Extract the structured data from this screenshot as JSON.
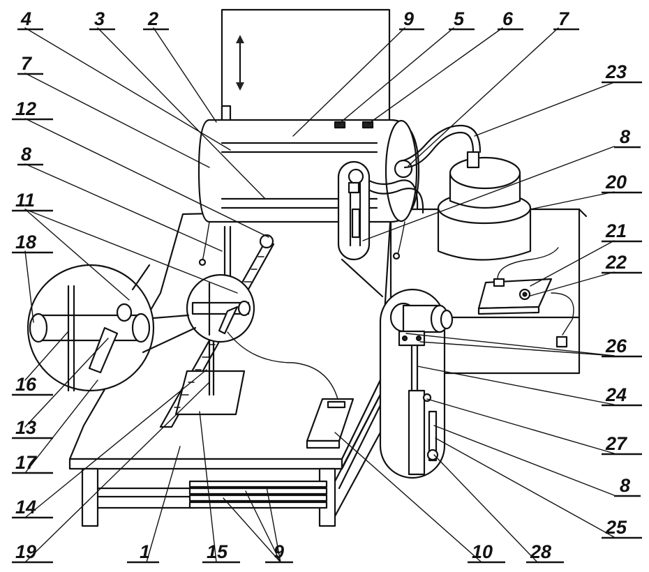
{
  "diagram": {
    "callouts": [
      {
        "id": "c4",
        "text": "4"
      },
      {
        "id": "c3",
        "text": "3"
      },
      {
        "id": "c2",
        "text": "2"
      },
      {
        "id": "c9a",
        "text": "9"
      },
      {
        "id": "c5",
        "text": "5"
      },
      {
        "id": "c6",
        "text": "6"
      },
      {
        "id": "c7a",
        "text": "7"
      },
      {
        "id": "c7b",
        "text": "7"
      },
      {
        "id": "c12",
        "text": "12"
      },
      {
        "id": "c23",
        "text": "23"
      },
      {
        "id": "c8a",
        "text": "8"
      },
      {
        "id": "c8b",
        "text": "8"
      },
      {
        "id": "c20",
        "text": "20"
      },
      {
        "id": "c11",
        "text": "11"
      },
      {
        "id": "c21",
        "text": "21"
      },
      {
        "id": "c18",
        "text": "18"
      },
      {
        "id": "c22",
        "text": "22"
      },
      {
        "id": "c26",
        "text": "26"
      },
      {
        "id": "c16",
        "text": "16"
      },
      {
        "id": "c24",
        "text": "24"
      },
      {
        "id": "c13",
        "text": "13"
      },
      {
        "id": "c27",
        "text": "27"
      },
      {
        "id": "c17",
        "text": "17"
      },
      {
        "id": "c8c",
        "text": "8"
      },
      {
        "id": "c14",
        "text": "14"
      },
      {
        "id": "c25",
        "text": "25"
      },
      {
        "id": "c19",
        "text": "19"
      },
      {
        "id": "c1",
        "text": "1"
      },
      {
        "id": "c15",
        "text": "15"
      },
      {
        "id": "c9b",
        "text": "9"
      },
      {
        "id": "c10",
        "text": "10"
      },
      {
        "id": "c28",
        "text": "28"
      }
    ]
  }
}
